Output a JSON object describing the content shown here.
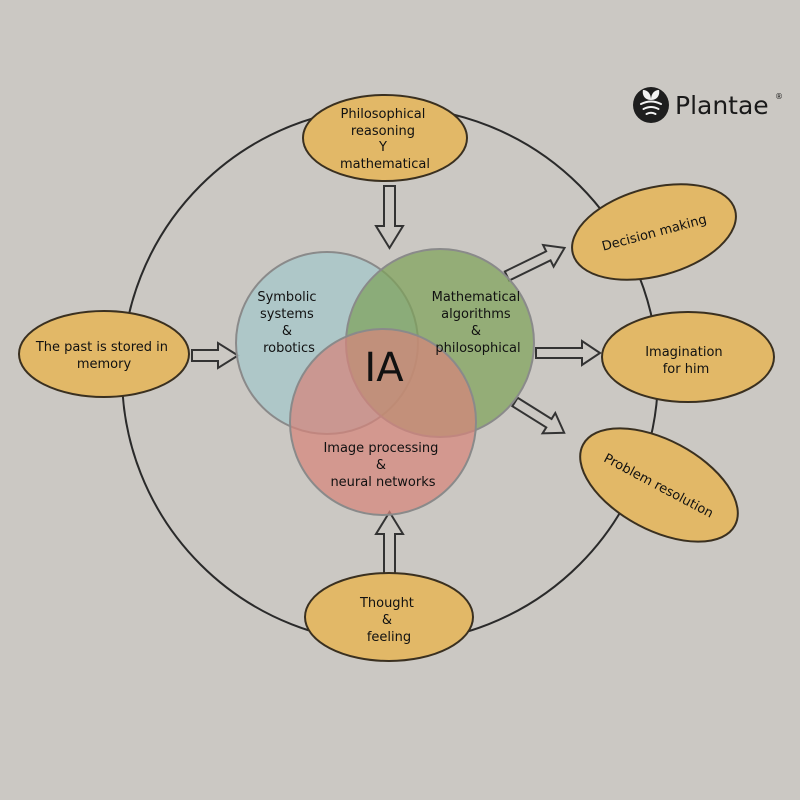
{
  "colors": {
    "background": "#cbc8c3",
    "node_fill": "#e2b867",
    "node_stroke": "#3a3020",
    "venn_blue": "#a9c7c9",
    "venn_green": "#7ea25a",
    "venn_red": "#d5857c",
    "ring": "#2a2a2a"
  },
  "logo": {
    "icon": "leaf-wifi-icon",
    "text": "Plantae",
    "mark": "®"
  },
  "center": {
    "label": "IA"
  },
  "venn": {
    "symbolic": [
      "Symbolic",
      "systems",
      "&",
      "robotics"
    ],
    "mathematical": [
      "Mathematical",
      "algorithms",
      "&",
      "philosophical"
    ],
    "image": [
      "Image processing",
      "&",
      "neural networks"
    ]
  },
  "nodes": {
    "top": [
      "Philosophical",
      "reasoning",
      "Y",
      "mathematical"
    ],
    "left": [
      "The past is stored in",
      "memory"
    ],
    "bottom": [
      "Thought",
      "&",
      "feeling"
    ],
    "decision": [
      "Decision making"
    ],
    "imagination": [
      "Imagination",
      "for him"
    ],
    "problem": [
      "Problem resolution"
    ]
  }
}
